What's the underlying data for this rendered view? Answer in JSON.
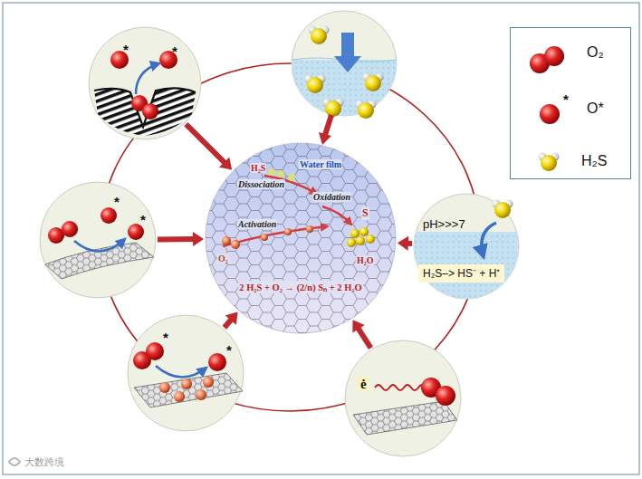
{
  "diagram": {
    "nodes": [
      {
        "text": [
          "*",
          "*"
        ]
      },
      {
        "text": [
          "*",
          "*"
        ]
      },
      {
        "text": [
          "H₂S",
          "Water film",
          "Dissociation",
          "Oxidation",
          "S",
          "Activation",
          "O₂",
          "H₂O",
          "2 H₂S + O₂ → (2/n) Sₙ + 2 H₂O"
        ]
      },
      {
        "text": [
          "pH>>>7"
        ]
      },
      {
        "text": [
          "H₂S–> HS⁻ + H⁺"
        ],
        "in": 3
      },
      {
        "text": [
          "*",
          "*"
        ]
      },
      {
        "text": [
          "ė"
        ]
      }
    ],
    "edges": [
      {
        "from": 0,
        "to": 2,
        "arrow": "to"
      },
      {
        "from": 1,
        "to": 2,
        "arrow": "to"
      },
      {
        "from": 3,
        "to": 2,
        "arrow": "to"
      },
      {
        "from": 5,
        "to": 2,
        "arrow": "to"
      },
      {
        "from": 6,
        "to": 2,
        "arrow": "to"
      }
    ],
    "labels": [
      "*",
      "大数跨境"
    ],
    "legend": [
      {
        "text": "O₂"
      },
      {
        "text": "O*"
      },
      {
        "text": "H₂S"
      }
    ]
  }
}
